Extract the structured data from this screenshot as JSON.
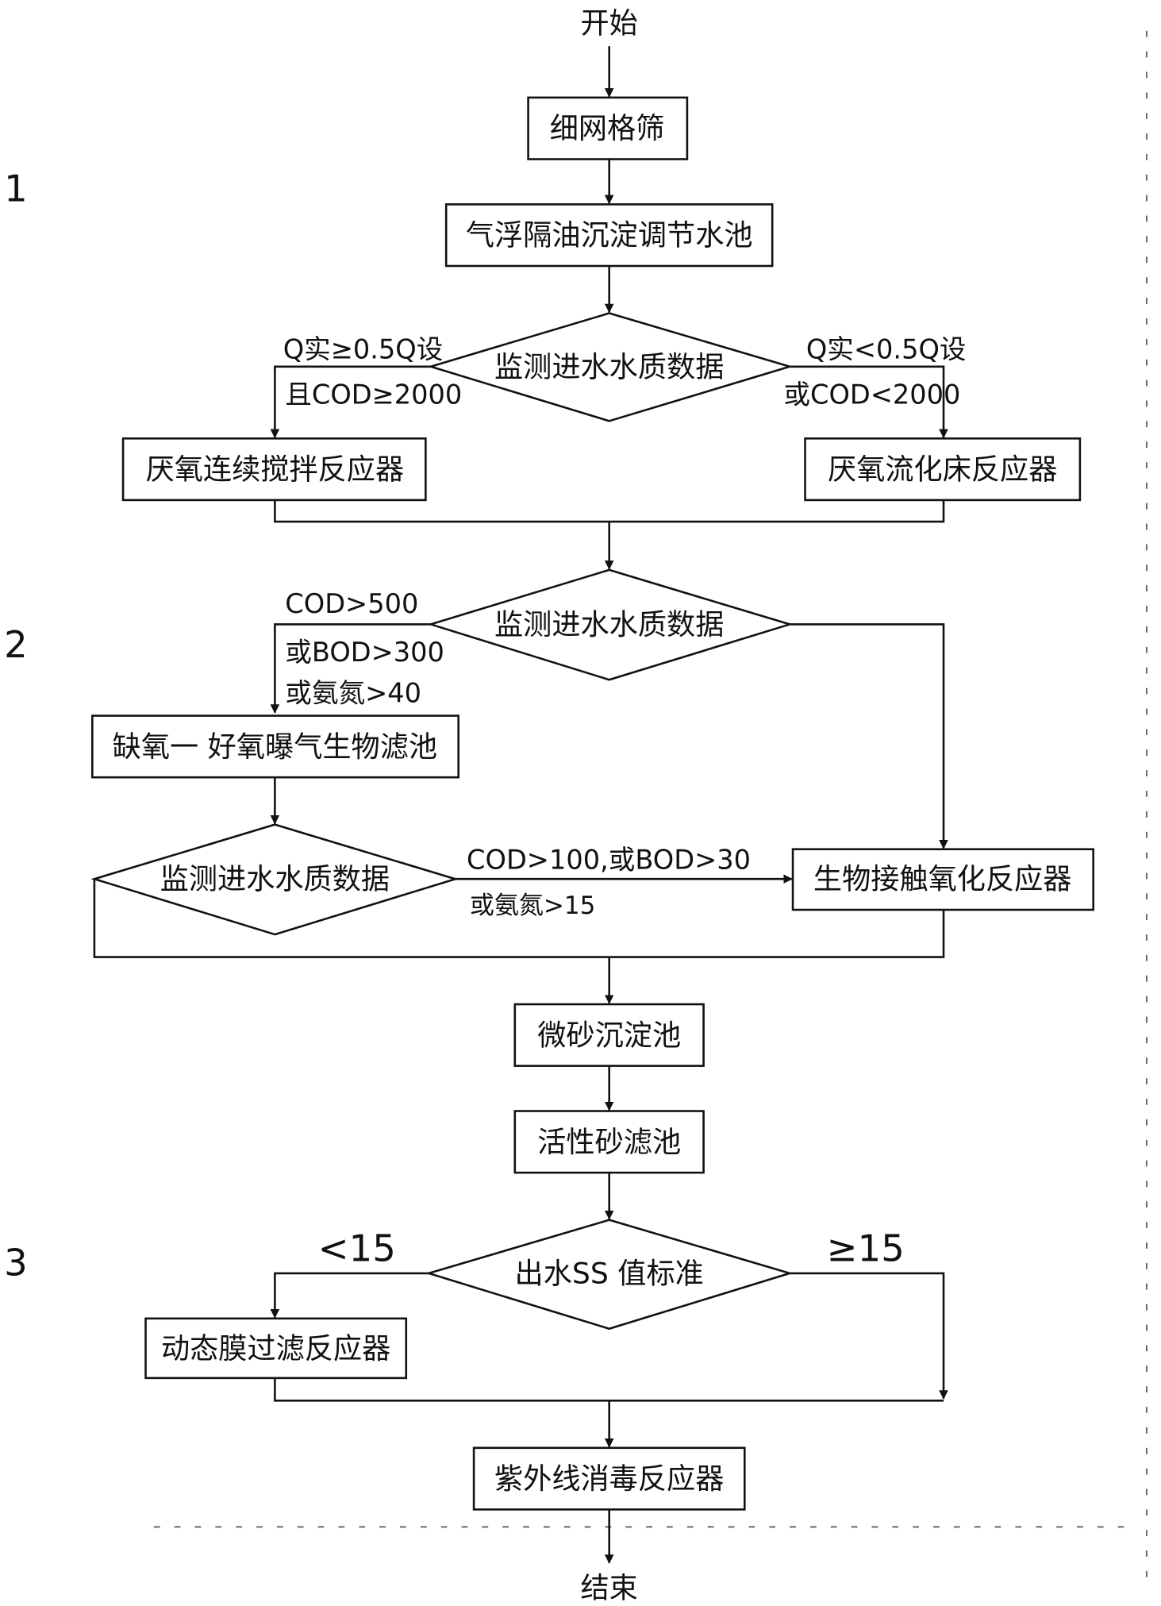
{
  "start": "开始",
  "end": "结束",
  "stages": [
    "1",
    "2",
    "3"
  ],
  "nodes": {
    "fine_screen": "细网格筛",
    "flotation_tank": "气浮隔油沉淀调节水池",
    "monitor_1": "监测进水水质数据",
    "anaerobic_cstr": "厌氧连续搅拌反应器",
    "anaerobic_fluidized_bed": "厌氧流化床反应器",
    "monitor_2": "监测进水水质数据",
    "anoxic_aerobic_filter": "缺氧一 好氧曝气生物滤池",
    "monitor_3": "监测进水水质数据",
    "bio_contact_oxidation": "生物接触氧化反应器",
    "micro_sand_settling": "微砂沉淀池",
    "active_sand_filter": "活性砂滤池",
    "ss_check": "出水SS 值标准",
    "dynamic_membrane": "动态膜过滤反应器",
    "uv_disinfection": "紫外线消毒反应器"
  },
  "conditions": {
    "left_1a": "Q实≥0.5Q设",
    "left_1b": "且COD≥2000",
    "right_1a": "Q实<0.5Q设",
    "right_1b": "或COD<2000",
    "left_2a": "COD>500",
    "left_2b": "或BOD>300",
    "left_2c": "或氨氮>40",
    "mid_3a": "COD>100,或BOD>30",
    "mid_3b": "或氨氮>15",
    "ss_left": "<15",
    "ss_right": "≥15"
  }
}
